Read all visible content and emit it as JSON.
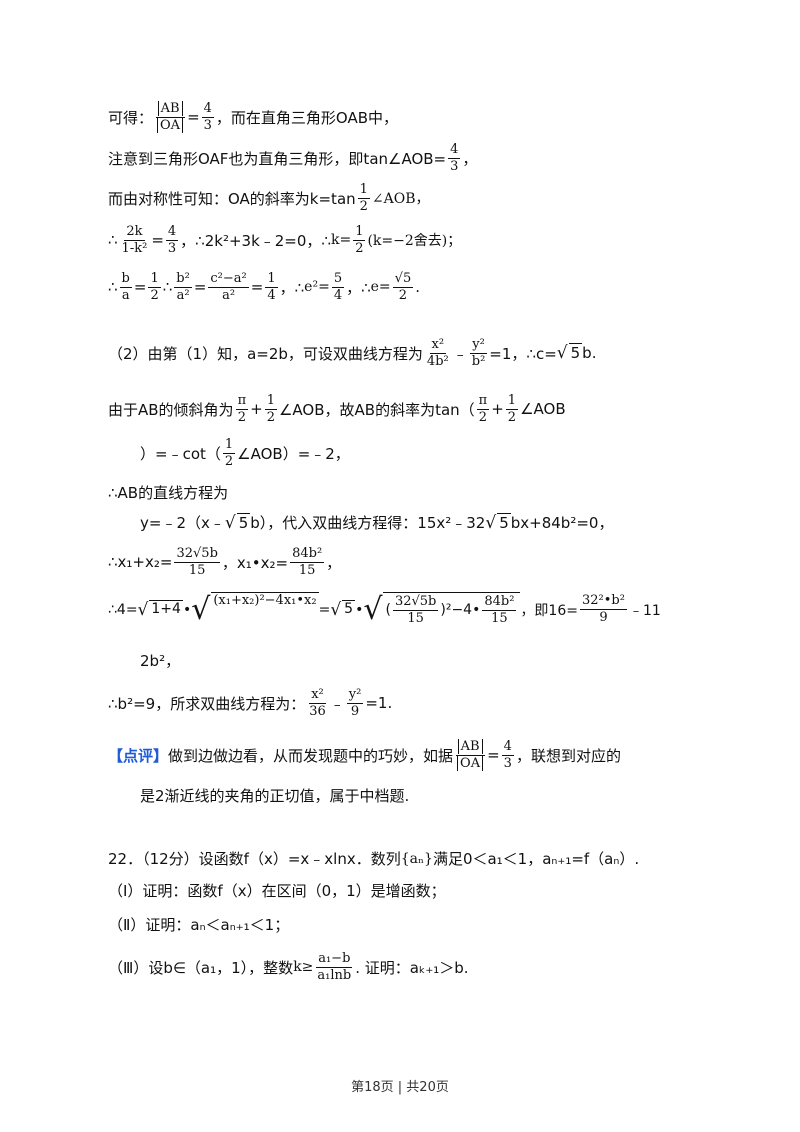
{
  "lines": {
    "l1": {
      "a": "可得：",
      "ab": "AB",
      "oa": "OA",
      "eq": "=",
      "n": "4",
      "d": "3",
      "b": "，而在直角三角形OAB中，"
    },
    "l2": {
      "a": "注意到三角形OAF也为直角三角形，即tan∠AOB=",
      "n": "4",
      "d": "3",
      "b": "，"
    },
    "l3": {
      "a": "而由对称性可知：OA的斜率为k=tan",
      "n": "1",
      "d": "2",
      "b": "∠AOB，"
    },
    "l4": {
      "a": "∴",
      "n1": "2k",
      "d1": "1-k²",
      "eq": "=",
      "n2": "4",
      "d2": "3",
      "b": "，∴2k²+3k﹣2=0，∴",
      "k": "k=",
      "n3": "1",
      "d3": "2",
      "c": "(k=−2舍去)；"
    },
    "l5": {
      "a": "∴",
      "n1": "b",
      "d1": "a",
      "eq1": "=",
      "n2": "1",
      "d2": "2",
      "b": "∴",
      "n3": "b²",
      "d3": "a²",
      "eq2": "=",
      "n4": "c²−a²",
      "d4": "a²",
      "eq3": "=",
      "n5": "1",
      "d5": "4",
      "c": "，∴",
      "e2": "e²=",
      "n6": "5",
      "d6": "4",
      "d": "，∴",
      "e": "e=",
      "r": "√5",
      "d7": "2",
      "end": "."
    },
    "l6": {
      "a": "（2）由第（1）知，a=2b，可设双曲线方程为",
      "n1": "x²",
      "d1": "4b²",
      "m": "﹣",
      "n2": "y²",
      "d2": "b²",
      "b": "=1，∴c=",
      "r": "5",
      "c": "b."
    },
    "l7": {
      "a": "由于AB的倾斜角为",
      "n1": "π",
      "d1": "2",
      "p": "+",
      "n2": "1",
      "d2": "2",
      "b": "∠AOB，故AB的斜率为tan（",
      "n3": "π",
      "d3": "2",
      "p2": "+",
      "n4": "1",
      "d4": "2",
      "c": "∠AOB"
    },
    "l8": {
      "a": "）=﹣cot（",
      "n": "1",
      "d": "2",
      "b": "∠AOB）=﹣2，"
    },
    "l9": {
      "a": "∴AB的直线方程为"
    },
    "l10": {
      "a": "y=﹣2（x﹣",
      "r": "5",
      "b": "b），代入双曲线方程得：15x²﹣32",
      "r2": "5",
      "c": "bx+84b²=0，"
    },
    "l11": {
      "a": "∴x₁+x₂=",
      "n1": "32√5b",
      "d1": "15",
      "b": "，x₁•x₂=",
      "n2": "84b²",
      "d2": "15",
      "c": "，"
    },
    "l12": {
      "a": "∴4=",
      "r1": "1+4",
      "b": "•",
      "r2": "(x₁+x₂)²−4x₁•x₂",
      "eq": "=",
      "r3": "5",
      "dot": "•",
      "r4a": "(",
      "r4n": "32√5b",
      "r4d": "15",
      "r4b": ")²−4•",
      "r4n2": "84b²",
      "r4d2": "15",
      "c": "，即16=",
      "n": "32²•b²",
      "d": "9",
      "e": "﹣11"
    },
    "l13": {
      "a": "2b²，"
    },
    "l14": {
      "a": "∴b²=9，所求双曲线方程为：",
      "n1": "x²",
      "d1": "36",
      "m": "﹣",
      "n2": "y²",
      "d2": "9",
      "b": "=1."
    },
    "l15": {
      "tag": "【点评】",
      "a": "做到边做边看，从而发现题中的巧妙，如据",
      "ab": "AB",
      "oa": "OA",
      "eq": "=",
      "n": "4",
      "d": "3",
      "b": "，联想到对应的"
    },
    "l16": {
      "a": "是2渐近线的夹角的正切值，属于中档题."
    },
    "l17": {
      "a": "22．（12分）设函数f（x）=x﹣xlnx．数列",
      "set": "{aₙ}",
      "b": "满足0＜a₁＜1，aₙ₊₁=f（aₙ）."
    },
    "l18": {
      "a": "（Ⅰ）证明：函数f（x）在区间（0，1）是增函数；"
    },
    "l19": {
      "a": "（Ⅱ）证明：aₙ＜aₙ₊₁＜1；"
    },
    "l20": {
      "a": "（Ⅲ）设b∈（a₁，1），整数",
      "k": "k≥",
      "n": "a₁−b",
      "d": "a₁lnb",
      "b": ". 证明：aₖ₊₁＞b."
    }
  },
  "footer": {
    "text": "第18页 | 共20页"
  }
}
